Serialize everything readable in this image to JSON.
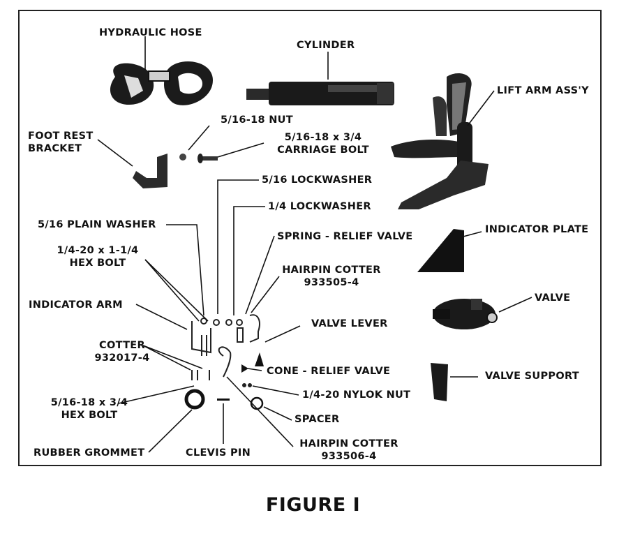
{
  "caption": "FIGURE I",
  "labels": {
    "hydraulic_hose": "HYDRAULIC HOSE",
    "cylinder": "CYLINDER",
    "lift_arm": "LIFT ARM ASS'Y",
    "nut_5_16_18": "5/16-18 NUT",
    "carriage_bolt": "5/16-18 x 3/4\nCARRIAGE BOLT",
    "foot_rest_bracket": "FOOT REST\nBRACKET",
    "lockwasher_5_16": "5/16 LOCKWASHER",
    "lockwasher_1_4": "1/4 LOCKWASHER",
    "plain_washer": "5/16 PLAIN WASHER",
    "spring_relief_valve": "SPRING - RELIEF VALVE",
    "indicator_plate": "INDICATOR PLATE",
    "hex_bolt_1_4_20": "1/4-20 x 1-1/4\nHEX BOLT",
    "hairpin_cotter_1": "HAIRPIN COTTER\n933505-4",
    "indicator_arm": "INDICATOR ARM",
    "valve": "VALVE",
    "valve_lever": "VALVE LEVER",
    "cotter": "COTTER\n932017-4",
    "cone_relief_valve": "CONE - RELIEF VALVE",
    "valve_support": "VALVE SUPPORT",
    "nylok_nut": "1/4-20 NYLOK NUT",
    "hex_bolt_5_16_18": "5/16-18 x 3/4\nHEX BOLT",
    "spacer": "SPACER",
    "rubber_grommet": "RUBBER GROMMET",
    "clevis_pin": "CLEVIS PIN",
    "hairpin_cotter_2": "HAIRPIN COTTER\n933506-4"
  }
}
